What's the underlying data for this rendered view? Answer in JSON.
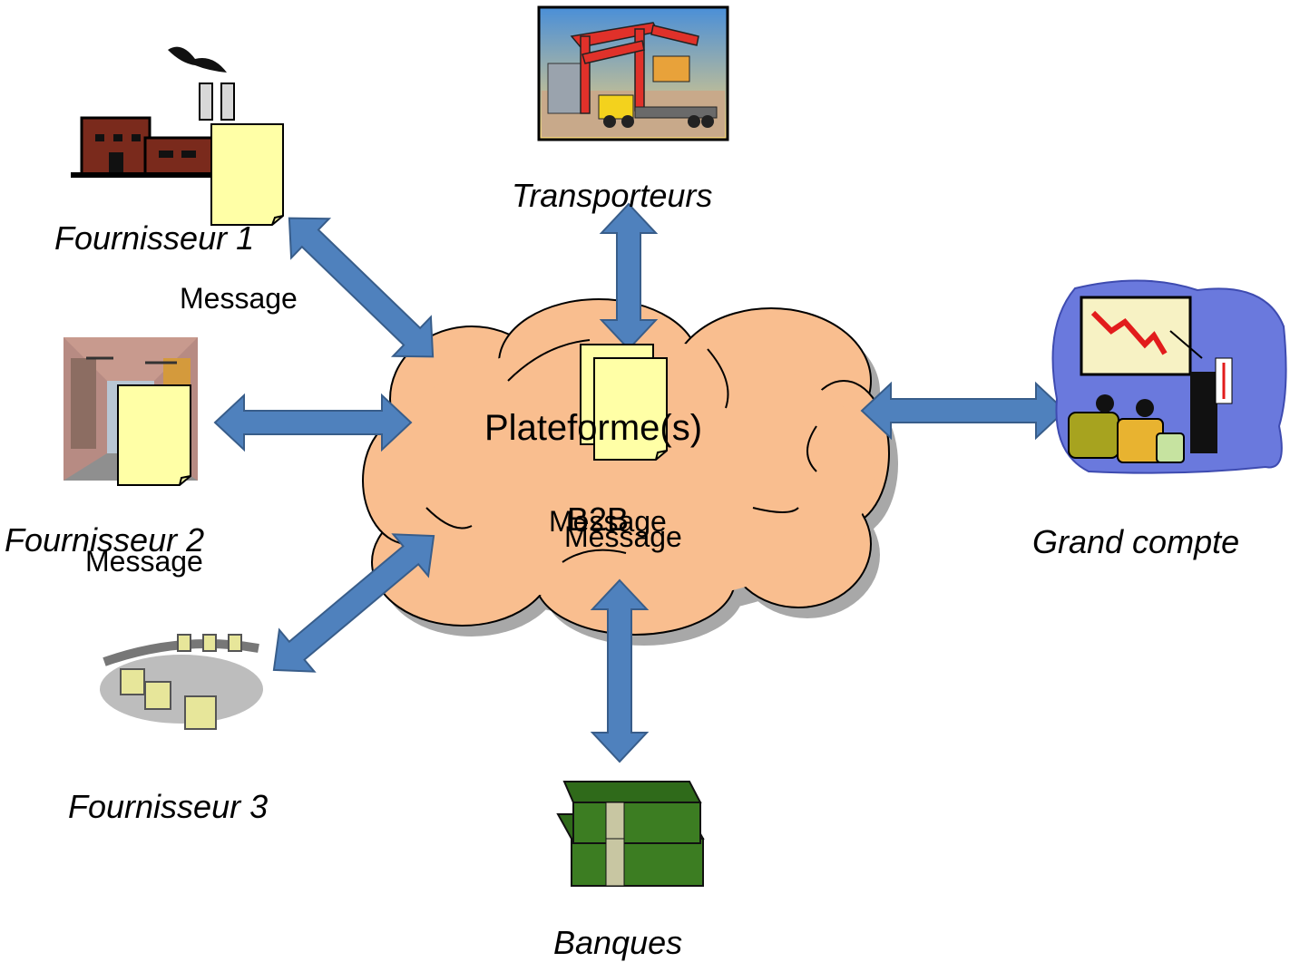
{
  "platform": {
    "title": "Plateforme(s)",
    "subtitle": "B2B"
  },
  "nodes": {
    "fournisseur1": "Fournisseur 1",
    "fournisseur2": "Fournisseur 2",
    "fournisseur3": "Fournisseur 3",
    "transporteurs": "Transporteurs",
    "grand_compte": "Grand compte",
    "banques": "Banques"
  },
  "messages": {
    "fournisseur1": "Message",
    "fournisseur2": "Message",
    "platform_a": "Message",
    "platform_b": "Message"
  },
  "icons": {
    "fournisseur1": "factory-icon",
    "fournisseur2": "warehouse-icon",
    "fournisseur3": "conveyor-boxes-icon",
    "transporteurs": "container-crane-icon",
    "grand_compte": "presentation-meeting-icon",
    "banques": "money-stack-icon"
  },
  "colors": {
    "cloud_fill": "#F9BE8F",
    "arrow_fill": "#4F81BD",
    "arrow_stroke": "#385D8A",
    "document_fill": "#FFFFA6"
  }
}
